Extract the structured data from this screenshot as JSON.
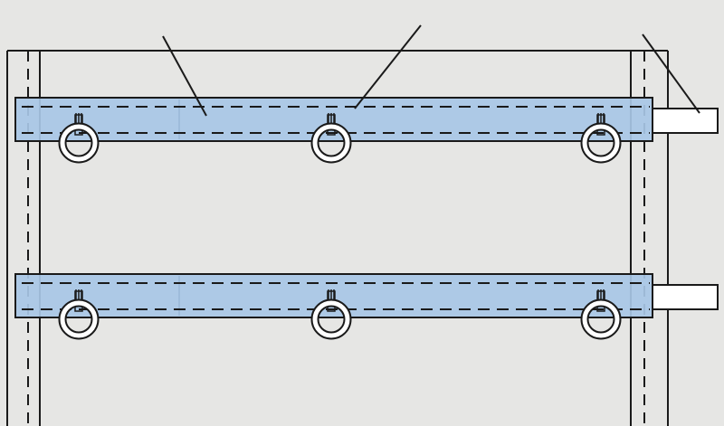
{
  "colors": {
    "background": "#e6e6e4",
    "band_fill": "#a8c7e6",
    "line": "#1a1a1a",
    "tab_fill": "#ffffff",
    "ring_fill": "#ffffff"
  },
  "diagram": {
    "band_count": 2,
    "rings_per_band": 3,
    "leader_line_count": 3
  }
}
